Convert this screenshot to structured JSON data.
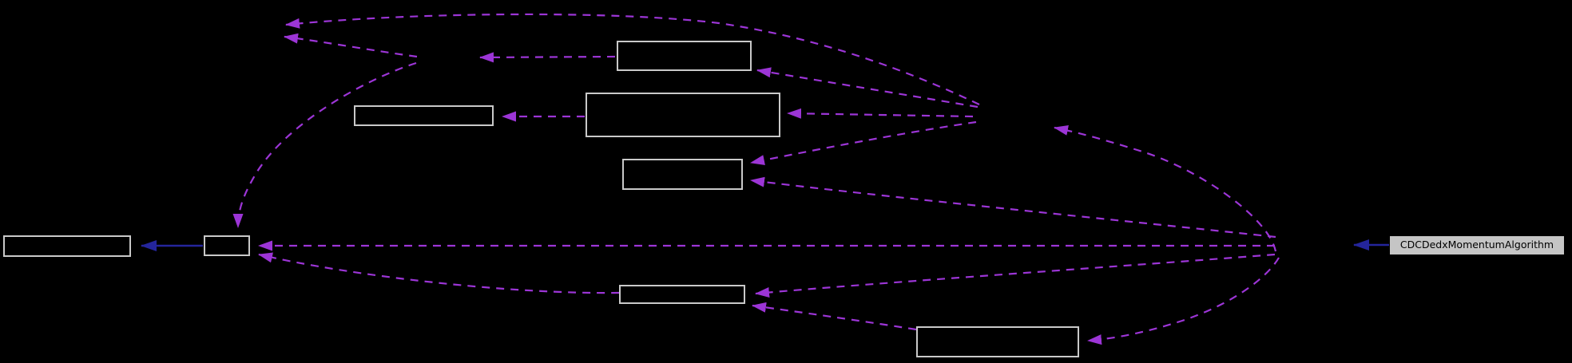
{
  "diagram": {
    "type": "doxygen-collaboration-graph",
    "background_color": "#000000",
    "node_border_color": "#c9c9c9",
    "dashed_edge_color": "#9c35d6",
    "solid_edge_color": "#24259c",
    "unlabeled_node_count": 8,
    "dashed_edge_count": 15,
    "solid_edge_count": 2,
    "highlight_node": {
      "label": "CDCDedxMomentumAlgorithm",
      "fill_color": "#c5c5c5",
      "text_color": "#000000"
    }
  }
}
